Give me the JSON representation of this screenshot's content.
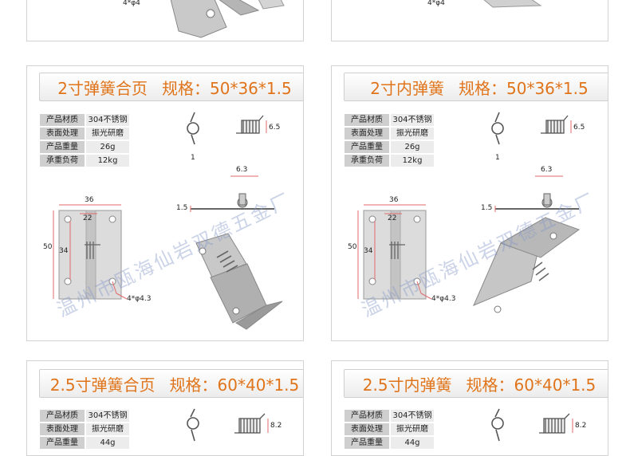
{
  "products": [
    {
      "title": "2寸弹簧合页",
      "spec": "规格：50*36*1.5",
      "specs": [
        {
          "label": "产品材质",
          "value": "304不锈钢"
        },
        {
          "label": "表面处理",
          "value": "振光研磨"
        },
        {
          "label": "产品重量",
          "value": "26g"
        },
        {
          "label": "承重负荷",
          "value": "12kg"
        }
      ],
      "dims": {
        "spring_h": "6.5",
        "wire": "1",
        "leaf_w": "6.3",
        "thick": "1.5",
        "width": "36",
        "inner": "22",
        "height": "50",
        "hole_span": "34",
        "holes": "4*φ4.3"
      },
      "watermark": "温州市瓯海仙岩双德五金厂"
    },
    {
      "title": "2寸内弹簧",
      "spec": "规格：50*36*1.5",
      "specs": [
        {
          "label": "产品材质",
          "value": "304不锈钢"
        },
        {
          "label": "表面处理",
          "value": "振光研磨"
        },
        {
          "label": "产品重量",
          "value": "26g"
        },
        {
          "label": "承重负荷",
          "value": "12kg"
        }
      ],
      "dims": {
        "spring_h": "6.5",
        "wire": "1",
        "leaf_w": "6.3",
        "thick": "1.5",
        "width": "36",
        "inner": "22",
        "height": "50",
        "hole_span": "34",
        "holes": "4*φ4.3"
      },
      "watermark": "温州市瓯海仙岩双德五金厂"
    },
    {
      "title": "2.5寸弹簧合页",
      "spec": "规格：60*40*1.5",
      "specs": [
        {
          "label": "产品材质",
          "value": "304不锈钢"
        },
        {
          "label": "表面处理",
          "value": "振光研磨"
        },
        {
          "label": "产品重量",
          "value": "44g"
        }
      ],
      "dims": {
        "spring_h": "8.2"
      }
    },
    {
      "title": "2.5寸内弹簧",
      "spec": "规格：60*40*1.5",
      "specs": [
        {
          "label": "产品材质",
          "value": "304不锈钢"
        },
        {
          "label": "表面处理",
          "value": "振光研磨"
        },
        {
          "label": "产品重量",
          "value": "44g"
        }
      ],
      "dims": {
        "spring_h": "8.2"
      }
    }
  ],
  "top": {
    "left_holes": "4*φ4",
    "right_holes": "4*φ4"
  },
  "colors": {
    "accent": "#e0741b",
    "label_bg": "#cfcfcf",
    "value_bg": "#ececec",
    "dim_line": "#e06a6a"
  }
}
